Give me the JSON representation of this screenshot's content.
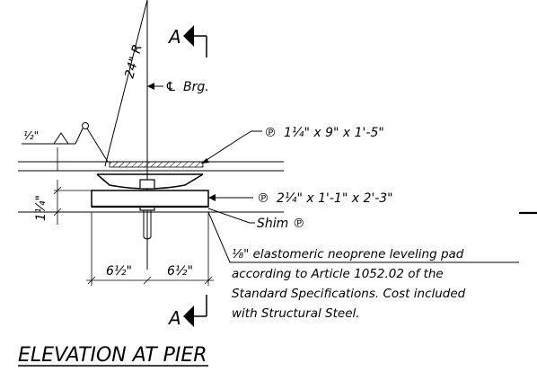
{
  "labels": {
    "section_mark_letter": "A",
    "radius": "24\" R",
    "cl_symbol": "℄",
    "cl_bearing": "Brg.",
    "top_plate_symbol": "℗",
    "top_plate": "1¼\" x 9\" x 1'-5\"",
    "bottom_plate_symbol": "℗",
    "bottom_plate": "2¼\" x 1'-1\" x 2'-3\"",
    "shim": "Shim ℗",
    "weld_size": "½\"",
    "plate_thickness": "1¼\"",
    "dim_left": "6½\"",
    "dim_right": "6½\"",
    "note_line1": "⅛\" elastomeric neoprene leveling pad",
    "note_line2": "according to Article 1052.02 of the",
    "note_line3": "Standard Specifications.  Cost included",
    "note_line4": "with Structural Steel.",
    "title": "ELEVATION AT PIER"
  }
}
